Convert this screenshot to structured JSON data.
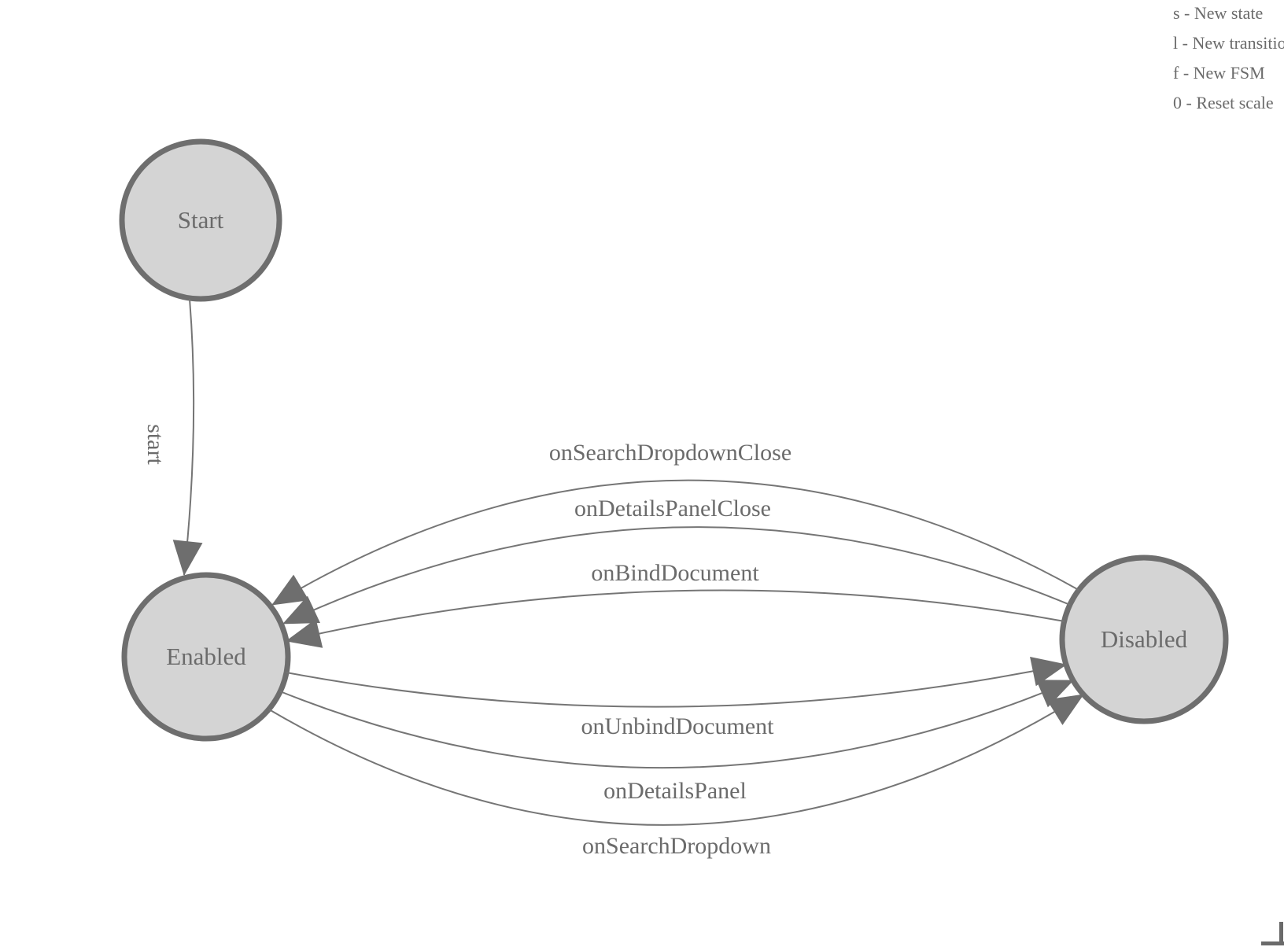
{
  "legend": {
    "lines": [
      "s - New state",
      "l - New transition",
      "f - New FSM",
      "0 - Reset scale"
    ]
  },
  "states": [
    {
      "id": "start",
      "label": "Start"
    },
    {
      "id": "enabled",
      "label": "Enabled"
    },
    {
      "id": "disabled",
      "label": "Disabled"
    }
  ],
  "transitions": [
    {
      "label": "start",
      "from": "Start",
      "to": "Enabled"
    },
    {
      "label": "onSearchDropdownClose",
      "from": "Disabled",
      "to": "Enabled"
    },
    {
      "label": "onDetailsPanelClose",
      "from": "Disabled",
      "to": "Enabled"
    },
    {
      "label": "onBindDocument",
      "from": "Disabled",
      "to": "Enabled"
    },
    {
      "label": "onUnbindDocument",
      "from": "Enabled",
      "to": "Disabled"
    },
    {
      "label": "onDetailsPanel",
      "from": "Enabled",
      "to": "Disabled"
    },
    {
      "label": "onSearchDropdown",
      "from": "Enabled",
      "to": "Disabled"
    }
  ],
  "colors": {
    "node_fill": "#d4d4d4",
    "node_stroke": "#6e6e6e",
    "edge_stroke": "#757575",
    "arrowhead": "#6e6e6e",
    "text": "#6b6b6b",
    "background": "#ffffff"
  }
}
